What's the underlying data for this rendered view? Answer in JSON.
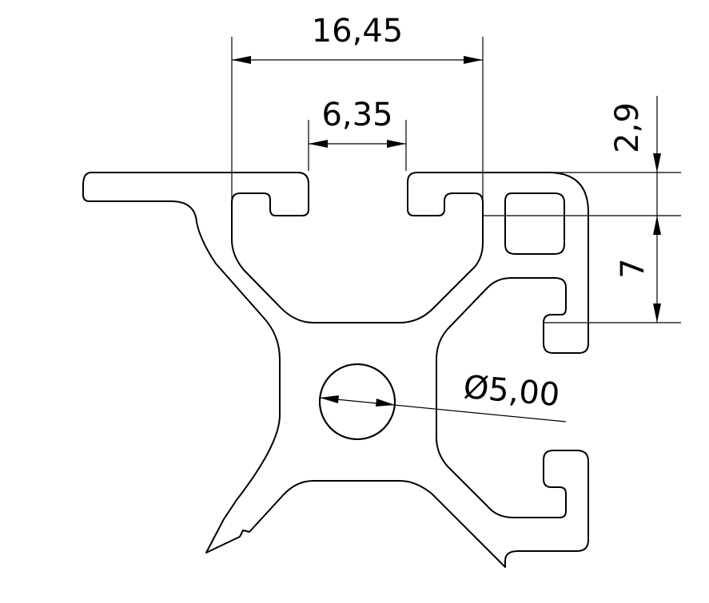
{
  "dimensions": {
    "overall_slot_width": "16,45",
    "slot_opening": "6,35",
    "top_wall": "2,9",
    "slot_depth": "7",
    "bore_diameter": "Ø5,00"
  }
}
